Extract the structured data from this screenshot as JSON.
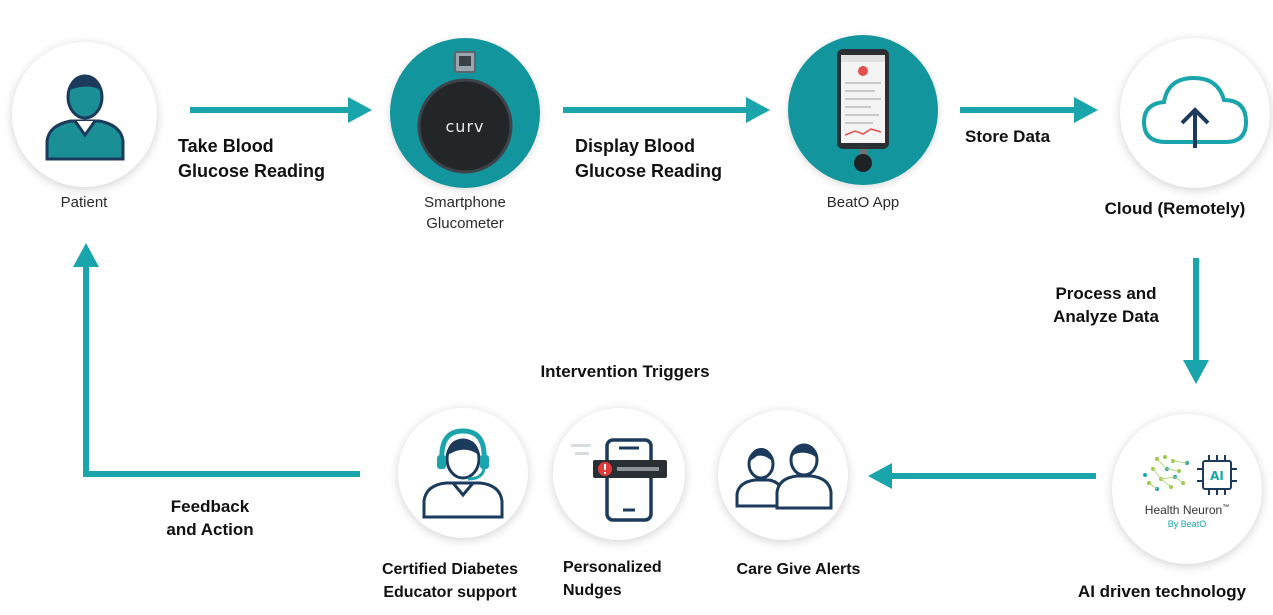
{
  "colors": {
    "accent": "#1aa5ad",
    "icon_stroke": "#1b3a5c",
    "icon_fill": "#1a8f96"
  },
  "nodes": {
    "patient": {
      "label": "Patient",
      "icon": "person-icon"
    },
    "glucometer": {
      "label": "Smartphone\nGlucometer",
      "device_text": "curv",
      "icon": "glucometer-icon"
    },
    "beato_app": {
      "label": "BeatO App",
      "icon": "phone-app-icon"
    },
    "cloud": {
      "label": "Cloud (Remotely)",
      "icon": "cloud-upload-icon"
    },
    "health_neuron": {
      "label": "AI driven technology",
      "logo_title": "Health Neuron",
      "logo_tm": "™",
      "logo_sub": "By BeatO",
      "chip_text": "AI",
      "icon": "brain-chip-icon"
    },
    "care_alerts": {
      "label": "Care Give Alerts",
      "icon": "people-icon"
    },
    "nudges": {
      "label": "Personalized\nNudges",
      "icon": "phone-alert-icon"
    },
    "educator": {
      "label": "Certified Diabetes\nEducator support",
      "icon": "headset-person-icon"
    }
  },
  "edges": {
    "take_reading": "Take Blood\nGlucose Reading",
    "display_reading": "Display  Blood\nGlucose Reading",
    "store_data": "Store Data",
    "process_analyze": "Process and\nAnalyze Data",
    "feedback": "Feedback\nand Action"
  },
  "group_title": "Intervention Triggers"
}
